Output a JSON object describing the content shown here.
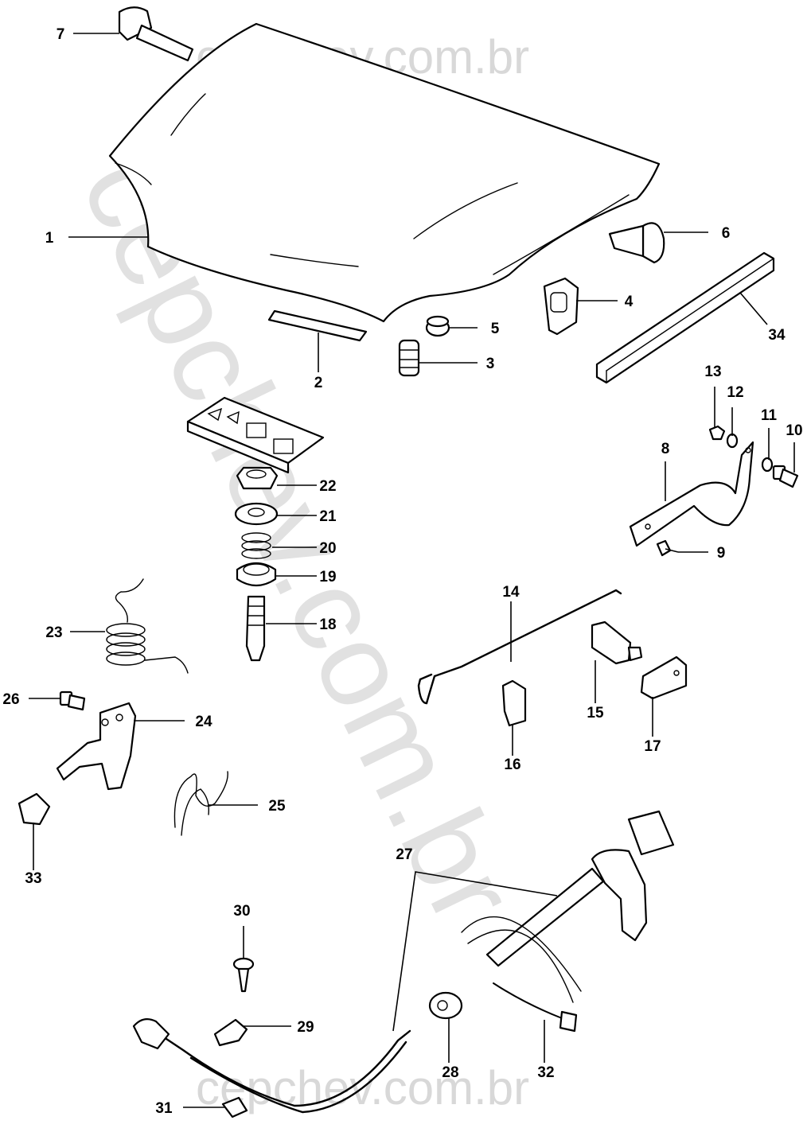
{
  "watermark": {
    "top": "cepchev.com.br",
    "diagonal": "cepchev.com.br",
    "bottom": "cepchev.com.br"
  },
  "callouts": [
    "1",
    "2",
    "3",
    "4",
    "5",
    "6",
    "7",
    "8",
    "9",
    "10",
    "11",
    "12",
    "13",
    "14",
    "15",
    "16",
    "17",
    "18",
    "19",
    "20",
    "21",
    "22",
    "23",
    "24",
    "25",
    "26",
    "27",
    "28",
    "29",
    "30",
    "31",
    "32",
    "33",
    "34"
  ]
}
